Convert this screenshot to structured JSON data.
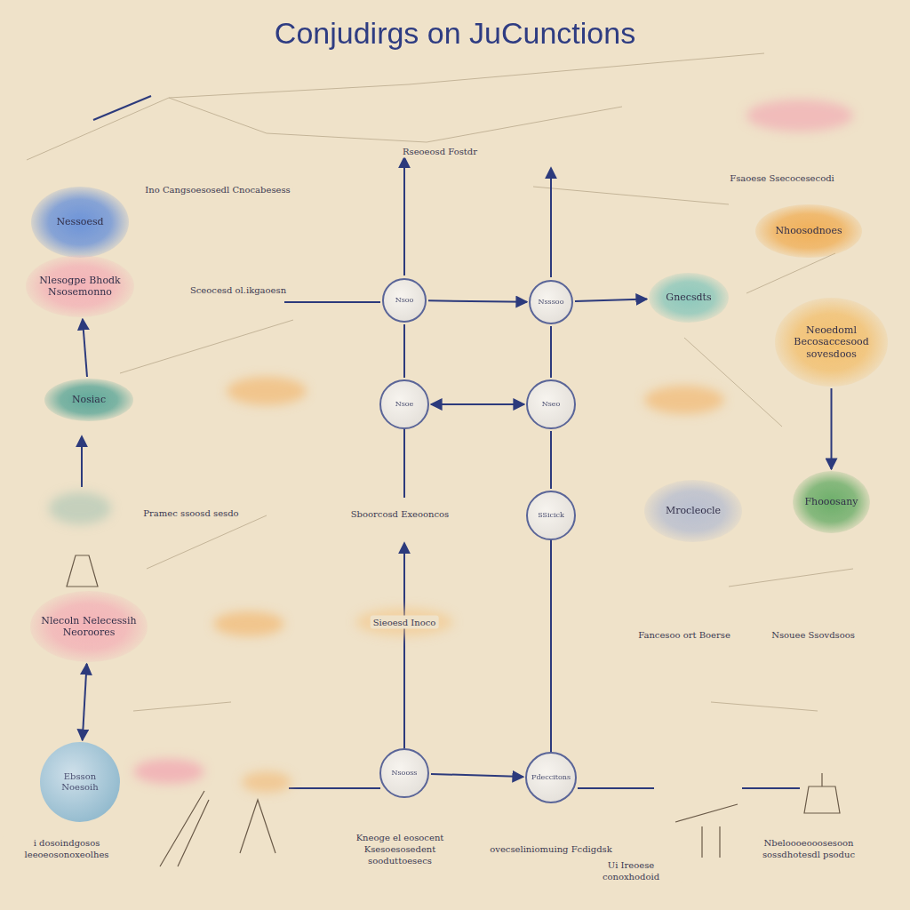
{
  "diagram": {
    "title": "Conjudirgs on JuCunctions",
    "nodes": [
      {
        "text": [
          "Nessoesd"
        ]
      },
      {
        "text": [
          "Nhoosodnoes"
        ]
      },
      {
        "text": [
          "Nlesogpe Bhodk Nsosemonno"
        ]
      },
      {
        "text": [
          "Nsoo"
        ]
      },
      {
        "text": [
          "Nsssoo"
        ]
      },
      {
        "text": [
          "Gnecsdts"
        ]
      },
      {
        "text": [
          "Neoedoml Becosaccesood sovesdoos"
        ]
      },
      {
        "text": [
          "Nosiac"
        ]
      },
      {
        "text": [
          "Nsoe"
        ]
      },
      {
        "text": [
          "Nseo"
        ]
      },
      {
        "text": [
          "SSicick"
        ]
      },
      {
        "text": [
          "Mrocleocle"
        ]
      },
      {
        "text": [
          "Fhooosany"
        ]
      },
      {
        "text": [
          "Nlecoln Nelecessih Neoroores"
        ]
      },
      {
        "text": [
          "Ebsson Noesoih"
        ]
      },
      {
        "text": [
          "Nsooss"
        ]
      },
      {
        "text": [
          "Fdeccitons"
        ]
      }
    ],
    "edges": [
      {
        "from": 3,
        "to": 4,
        "arrow": "to"
      },
      {
        "from": 4,
        "to": 5,
        "arrow": "to"
      },
      {
        "from": 8,
        "to": 9,
        "arrow": "both"
      },
      {
        "from": 3,
        "to": 8,
        "arrow": "none"
      },
      {
        "from": 4,
        "to": 9,
        "arrow": "none"
      },
      {
        "from": 9,
        "to": 10,
        "arrow": "none"
      },
      {
        "from": 7,
        "to": 2,
        "arrow": "to"
      },
      {
        "from": 14,
        "to": 13,
        "arrow": "both"
      },
      {
        "from": 6,
        "to": 12,
        "arrow": "to"
      },
      {
        "from": 15,
        "to": 16,
        "arrow": "to"
      }
    ],
    "labels": [
      "Sceocesd ol.ikgaoesn",
      "Ino Cangsoesosedl Cnocabesess",
      "Rseoeosd Fostdr",
      "Fsaoese Ssecocesecodi",
      "Pramec ssoosd sesdo",
      "Sboorcosd Exeooncos",
      "Sieoesd Inoco",
      "Fancesoo ort Boerse",
      "Nsouee Ssovdsoos",
      "i dosoindgosos leeoeosonoxeolhes",
      "Kneoge el eosocent Ksesoesosedent sooduttoesecs",
      "ovecseliniomuing Fcdigdsk",
      "Ui Ireoese conoxhodoid",
      "Nbeloooeooosesoon sossdhotesdl psoduc"
    ]
  }
}
